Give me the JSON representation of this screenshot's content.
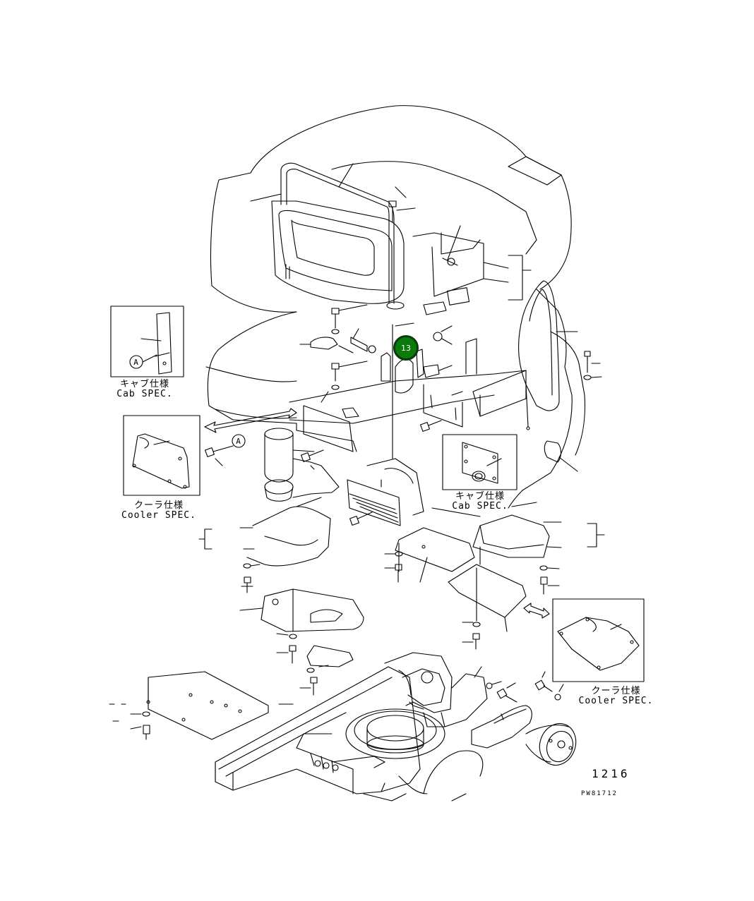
{
  "diagram": {
    "callout": {
      "label": "13",
      "color": "#0a7a0a"
    },
    "ref_marks": [
      "A",
      "A"
    ],
    "insets": [
      {
        "jp": "キャブ仕様",
        "en": "Cab SPEC."
      },
      {
        "jp": "クーラ仕様",
        "en": "Cooler SPEC."
      },
      {
        "jp": "キャブ仕様",
        "en": "Cab SPEC."
      },
      {
        "jp": "クーラ仕様",
        "en": "Cooler SPEC."
      }
    ],
    "page_number": "1216",
    "drawing_code": "PW81712",
    "line_color": "#000000"
  }
}
